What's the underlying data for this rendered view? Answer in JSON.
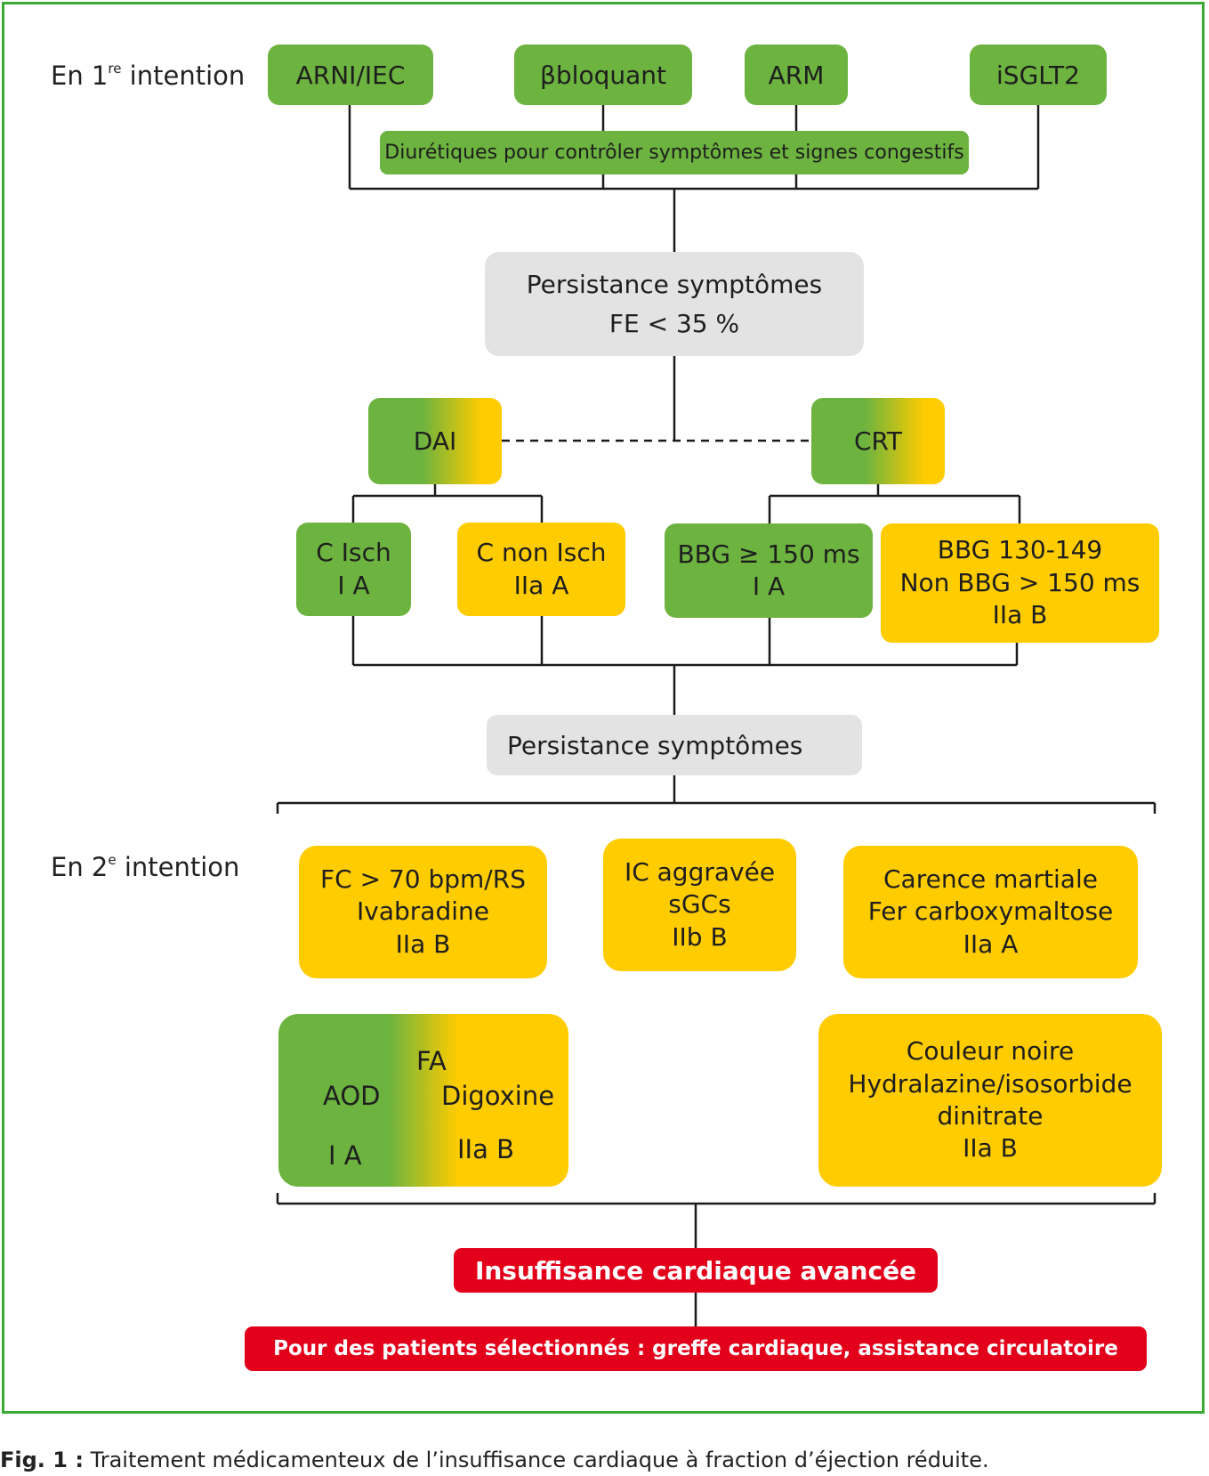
{
  "first_line": {
    "label_prefix": "En 1",
    "label_sup": "re",
    "label_suffix": " intention"
  },
  "second_line": {
    "label_prefix": "En 2",
    "label_sup": "e",
    "label_suffix": " intention"
  },
  "first_line_boxes": {
    "arni": "ARNI/IEC",
    "bbloquant": "βbloquant",
    "arm": "ARM",
    "isglt2": "iSGLT2",
    "diuretics": "Diurétiques pour contrôler symptômes et signes congestifs"
  },
  "persistence_1": {
    "line1": "Persistance symptômes",
    "line2": "FE < 35 %"
  },
  "dai": "DAI",
  "crt": "CRT",
  "c_isch": {
    "line1": "C Isch",
    "line2": "I  A"
  },
  "c_non_isch": {
    "line1": "C non Isch",
    "line2": "IIa   A"
  },
  "bbg150": {
    "line1": "BBG ≥ 150 ms",
    "line2": "I    A"
  },
  "bbg130": {
    "line1": "BBG 130-149",
    "line2": "Non BBG > 150 ms",
    "line3": "IIa  B"
  },
  "persistence_2": "Persistance symptômes",
  "fc": {
    "line1": "FC > 70 bpm/RS",
    "line2": "Ivabradine",
    "line3": "IIa  B"
  },
  "ic": {
    "line1": "IC aggravée",
    "line2": "sGCs",
    "line3": "IIb  B"
  },
  "carence": {
    "line1": "Carence martiale",
    "line2": "Fer carboxymaltose",
    "line3": "IIa  A"
  },
  "aod": {
    "left_title": "AOD",
    "left_grade": "I  A",
    "right_fa": "FA",
    "right_title": "Digoxine",
    "right_grade": "IIa  B"
  },
  "couleur": {
    "line1": "Couleur noire",
    "line2": "Hydralazine/isosorbide",
    "line3": "dinitrate",
    "line4": "IIa  B"
  },
  "advanced": "Insuffisance cardiaque avancée",
  "selected": "Pour des patients sélectionnés : greffe cardiaque, assistance circulatoire",
  "caption": {
    "prefix": "Fig. 1 :",
    "text": " Traitement médicamenteux de l’insuffisance cardiaque à fraction d’éjection réduite."
  },
  "colors": {
    "green": "#6cb33f",
    "yellow": "#ffcc00",
    "grey": "#e3e3e3",
    "red": "#e2001a",
    "frame": "#3aaa35"
  }
}
